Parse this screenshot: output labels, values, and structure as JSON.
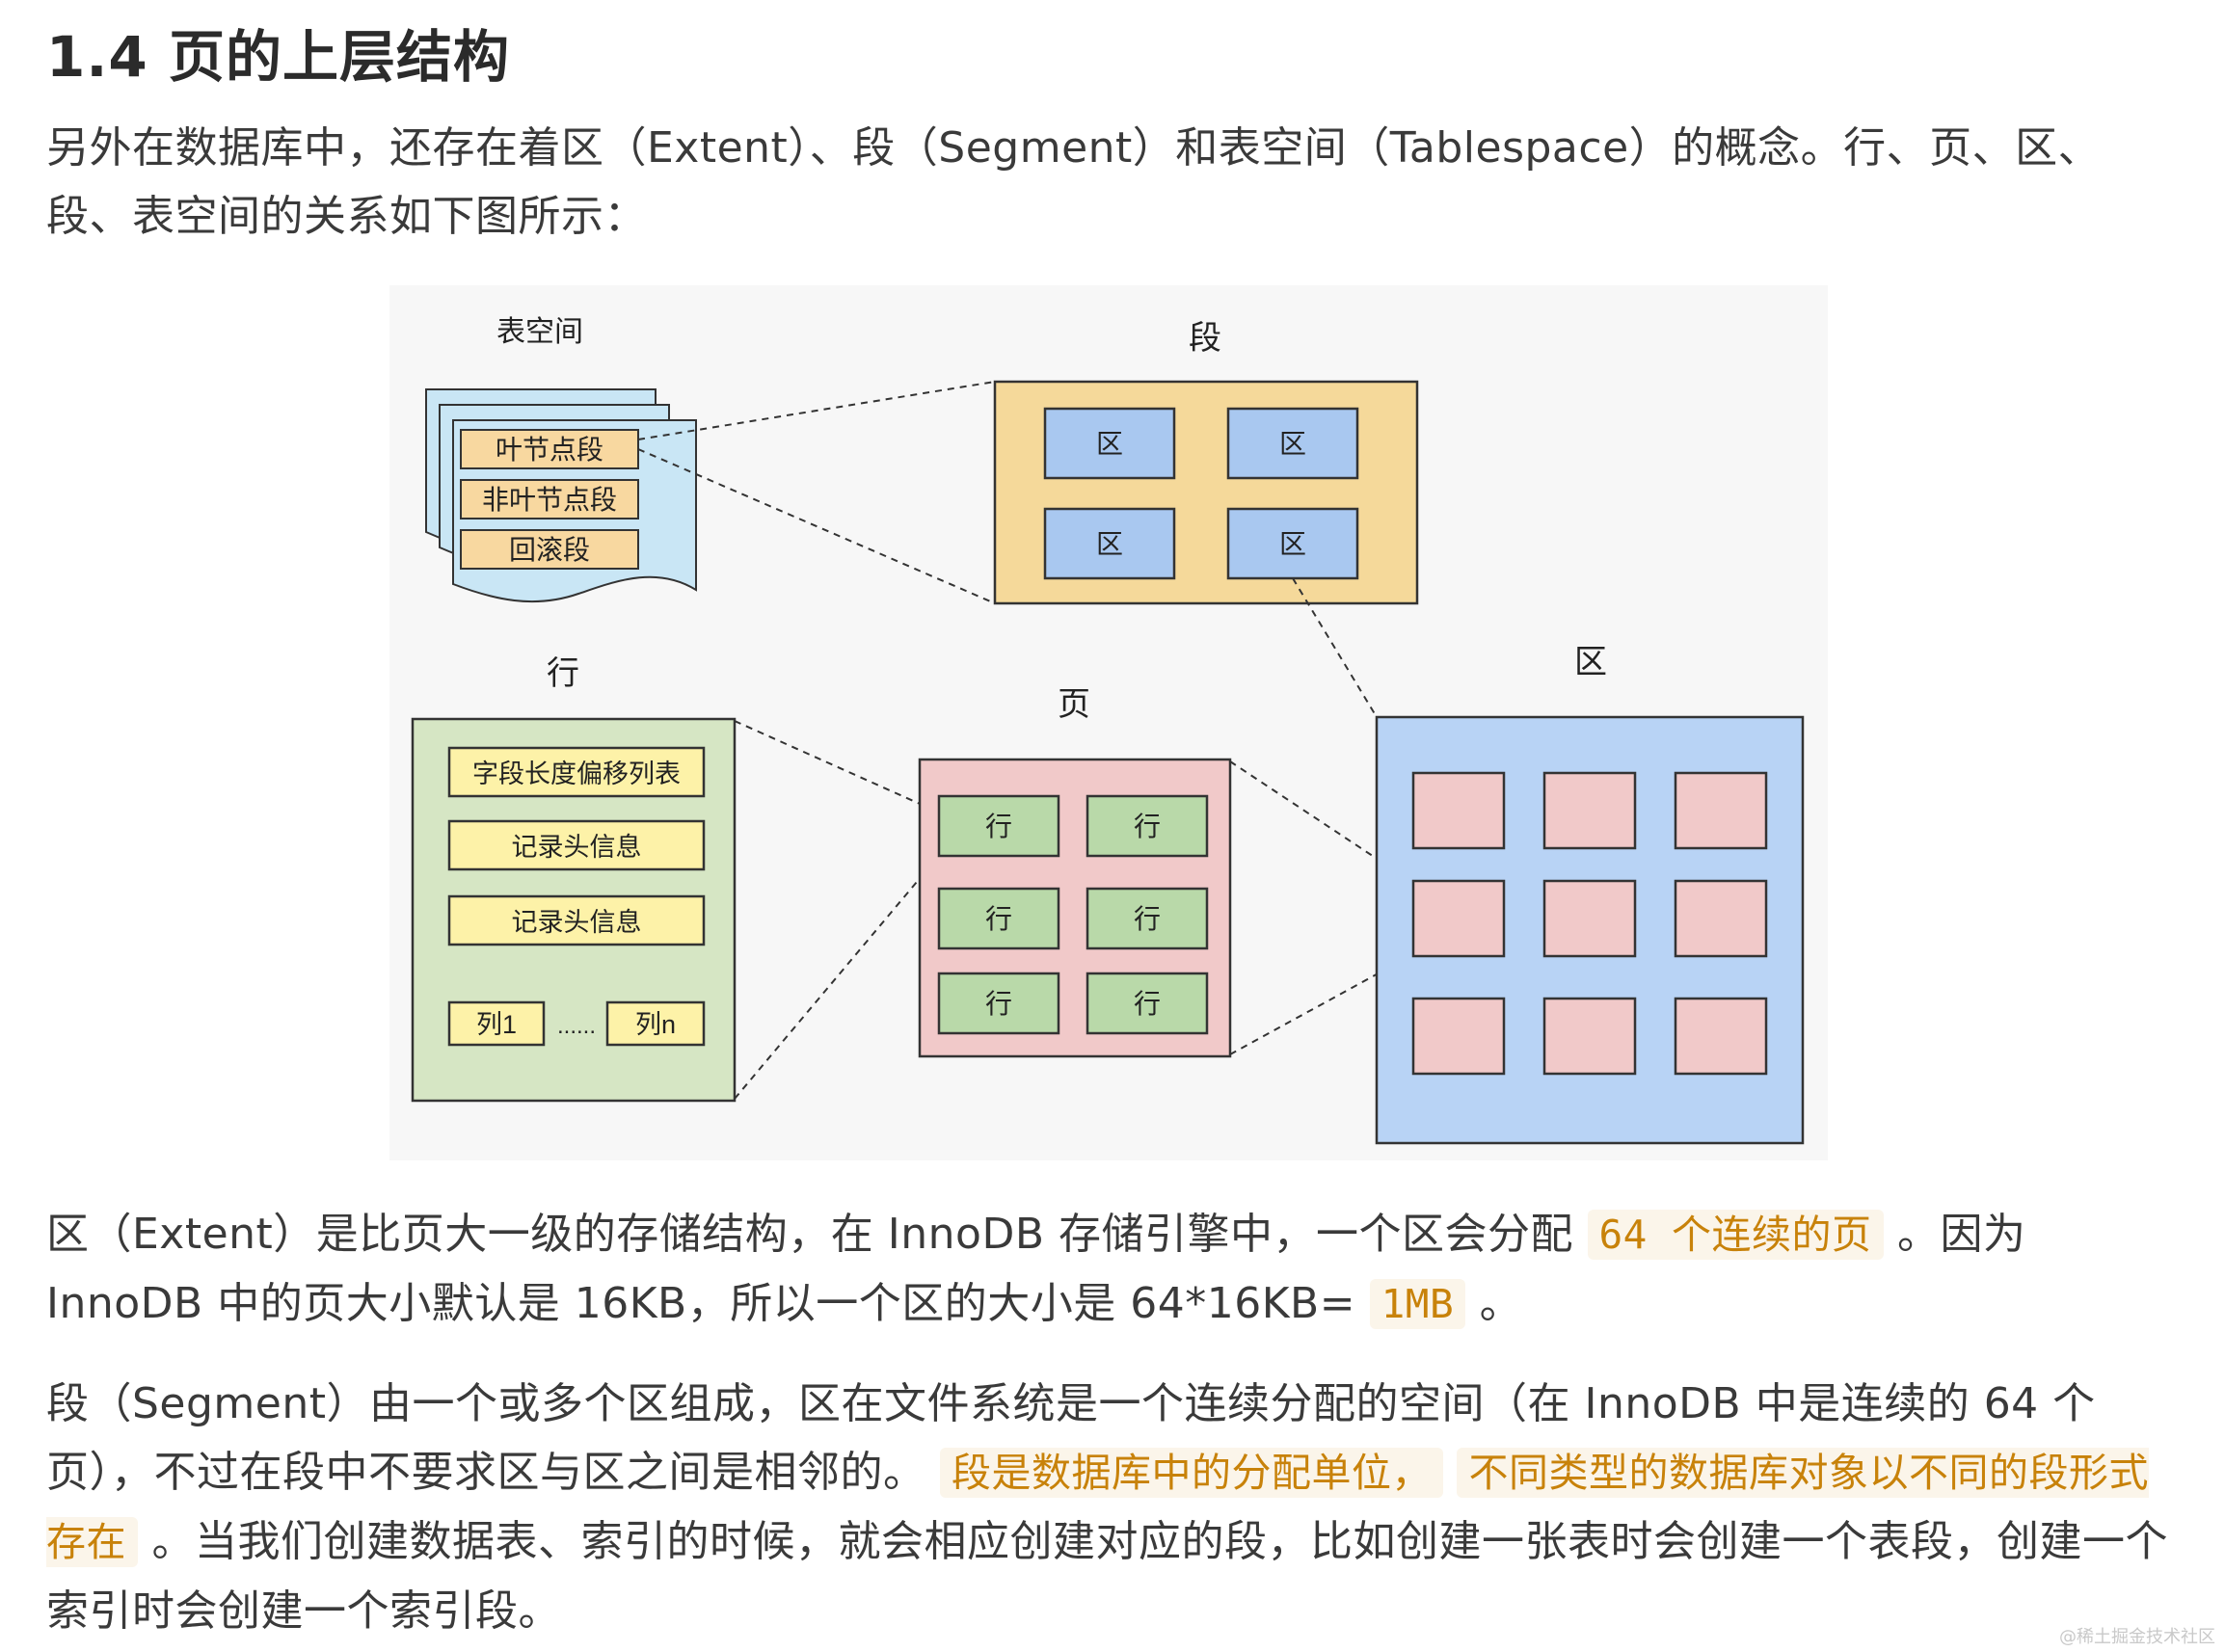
{
  "heading": "1.4 页的上层结构",
  "intro": "另外在数据库中，还存在着区（Extent）、段（Segment）和表空间（Tablespace）的概念。行、页、区、段、表空间的关系如下图所示：",
  "diagram": {
    "tablespace_title": "表空间",
    "tablespace_segments": [
      "叶节点段",
      "非叶节点段",
      "回滚段"
    ],
    "segment_title": "段",
    "segment_cells": [
      "区",
      "区",
      "区",
      "区"
    ],
    "row_title": "行",
    "row_fields": [
      "字段长度偏移列表",
      "记录头信息",
      "记录头信息"
    ],
    "row_col_first": "列1",
    "row_col_dots": "......",
    "row_col_last": "列n",
    "page_title": "页",
    "page_cells": [
      "行",
      "行",
      "行",
      "行",
      "行",
      "行"
    ],
    "extent_title": "区"
  },
  "extent_para": {
    "t1": "区（Extent）是比页大一级的存储结构，在 InnoDB 存储引擎中，一个区会分配 ",
    "hl1": "64 个连续的页",
    "t2": " 。因为 InnoDB 中的页大小默认是 16KB，所以一个区的大小是 64*16KB= ",
    "hl2": "1MB",
    "t3": " 。"
  },
  "segment_para": {
    "t1": "段（Segment）由一个或多个区组成，区在文件系统是一个连续分配的空间（在 InnoDB 中是连续的 64 个页），不过在段中不要求区与区之间是相邻的。 ",
    "hl1": "段是数据库中的分配单位，",
    "t2": " ",
    "hl2": "不同类型的数据库对象以不同的段形式存在",
    "t3": " 。当我们创建数据表、索引的时候，就会相应创建对应的段，比如创建一张表时会创建一个表段，创建一个索引时会创建一个索引段。"
  },
  "watermark": "@稀土掘金技术社区",
  "colors": {
    "segment_fill": "#f5d99a",
    "extent_cell_fill": "#a9c8f0",
    "extent_fill": "#b8d3f5",
    "page_fill": "#f1c9c9",
    "row_cell_fill": "#b9d9a9",
    "row_fill": "#d6e6c4",
    "row_field_fill": "#fdf2a8",
    "tablespace_fill": "#c9e6f5",
    "tablespace_label_fill": "#f8d8a0",
    "highlight": "#c8820a"
  }
}
